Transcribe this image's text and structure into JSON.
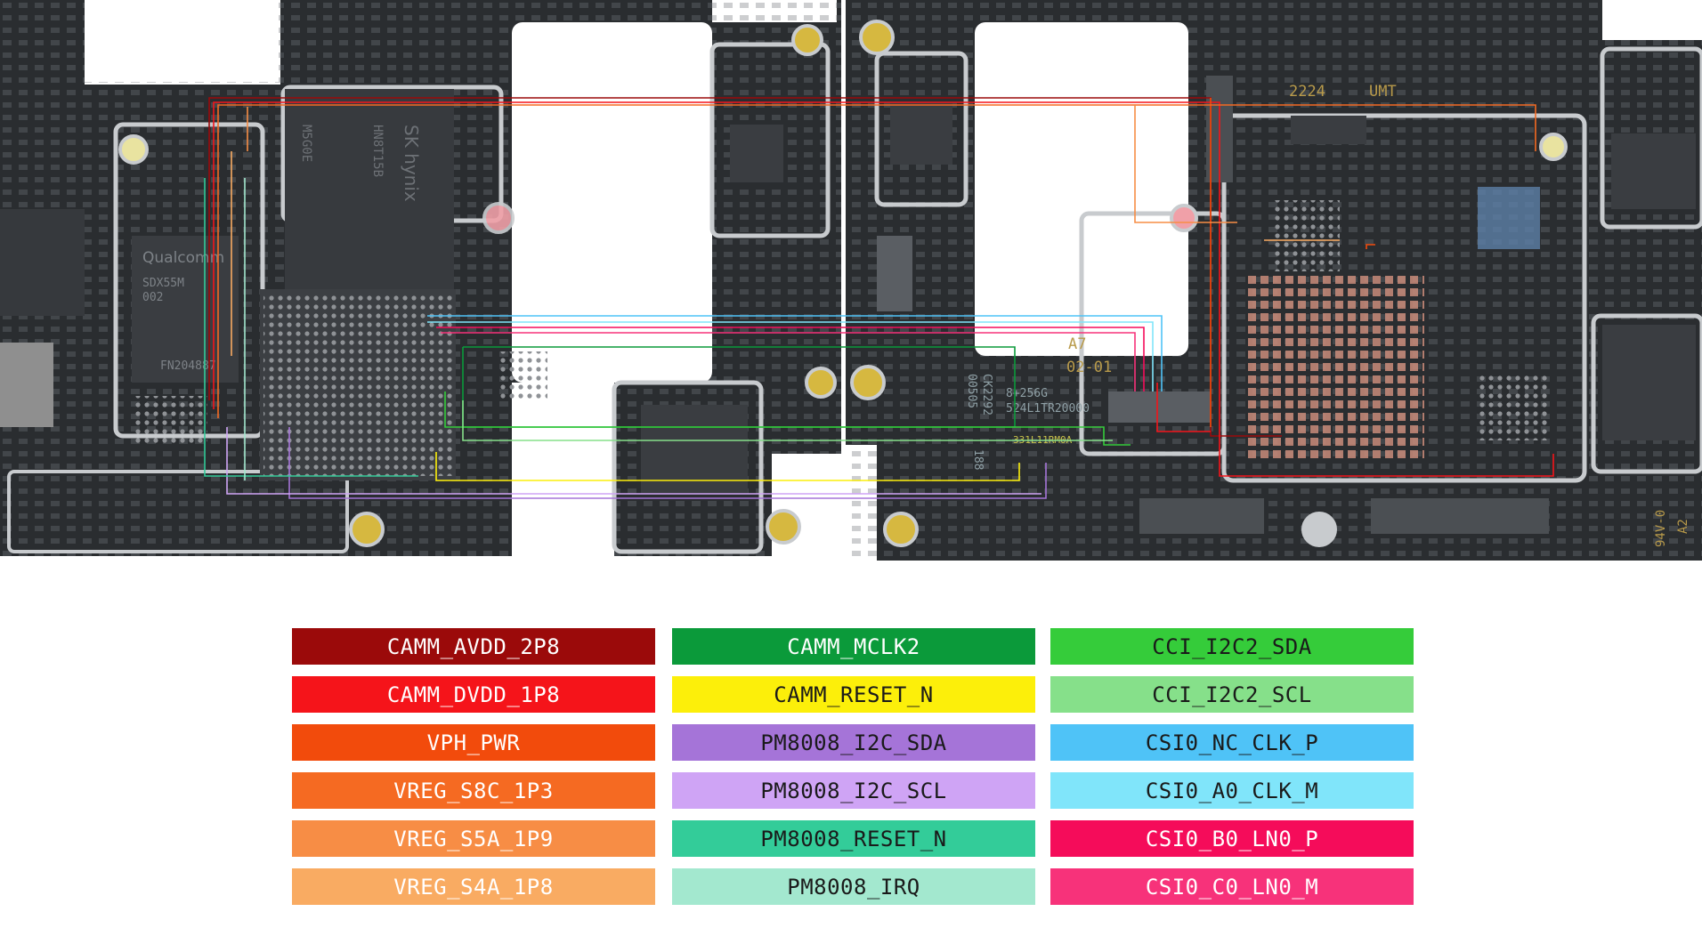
{
  "board": {
    "left_chip_brand": "Qualcomm",
    "left_chip_line1": "SDX55M",
    "left_chip_line2": "002",
    "left_chip_line3": "FN204887",
    "memory_brand": "SK hynix",
    "memory_code1": "HN8T15B",
    "memory_code2": "M5G0E",
    "silk_2224": "2224",
    "silk_umt": "UMT",
    "silk_a7": "A7",
    "silk_0201": "02-01",
    "silk_8256": "8+256G",
    "silk_524": "524L1TR20000",
    "silk_ck": "CK2292",
    "silk_005": "00505",
    "silk_188": "188",
    "silk_331": "331L11RM0A",
    "silk_94v": "94V-0",
    "silk_a2": "A2"
  },
  "legend": [
    {
      "label": "CAMM_AVDD_2P8",
      "color": "#9b0a0a",
      "text_color": "#ffffff"
    },
    {
      "label": "CAMM_MCLK2",
      "color": "#0b9a3a",
      "text_color": "#ffffff"
    },
    {
      "label": "CCI_I2C2_SDA",
      "color": "#35cc3a",
      "text_color": "#1a1a1a"
    },
    {
      "label": "CAMM_DVDD_1P8",
      "color": "#f5141a",
      "text_color": "#ffffff"
    },
    {
      "label": "CAMM_RESET_N",
      "color": "#fcef0a",
      "text_color": "#1a1a1a"
    },
    {
      "label": "CCI_I2C2_SCL",
      "color": "#86e08a",
      "text_color": "#1a1a1a"
    },
    {
      "label": "VPH_PWR",
      "color": "#f24b0c",
      "text_color": "#ffffff"
    },
    {
      "label": "PM8008_I2C_SDA",
      "color": "#a574d8",
      "text_color": "#1a1a1a"
    },
    {
      "label": "CSI0_NC_CLK_P",
      "color": "#4fc3f7",
      "text_color": "#1a1a1a"
    },
    {
      "label": "VREG_S8C_1P3",
      "color": "#f56a22",
      "text_color": "#ffffff"
    },
    {
      "label": "PM8008_I2C_SCL",
      "color": "#cfa4f5",
      "text_color": "#1a1a1a"
    },
    {
      "label": "CSI0_A0_CLK_M",
      "color": "#80e5fa",
      "text_color": "#1a1a1a"
    },
    {
      "label": "VREG_S5A_1P9",
      "color": "#f78d45",
      "text_color": "#ffffff"
    },
    {
      "label": "PM8008_RESET_N",
      "color": "#33cc99",
      "text_color": "#1a1a1a"
    },
    {
      "label": "CSI0_B0_LN0_P",
      "color": "#f50c5a",
      "text_color": "#ffffff"
    },
    {
      "label": "VREG_S4A_1P8",
      "color": "#f9ab62",
      "text_color": "#ffffff"
    },
    {
      "label": "PM8008_IRQ",
      "color": "#a3e8cf",
      "text_color": "#1a1a1a"
    },
    {
      "label": "CSI0_C0_LN0_M",
      "color": "#f7327a",
      "text_color": "#ffffff"
    }
  ]
}
